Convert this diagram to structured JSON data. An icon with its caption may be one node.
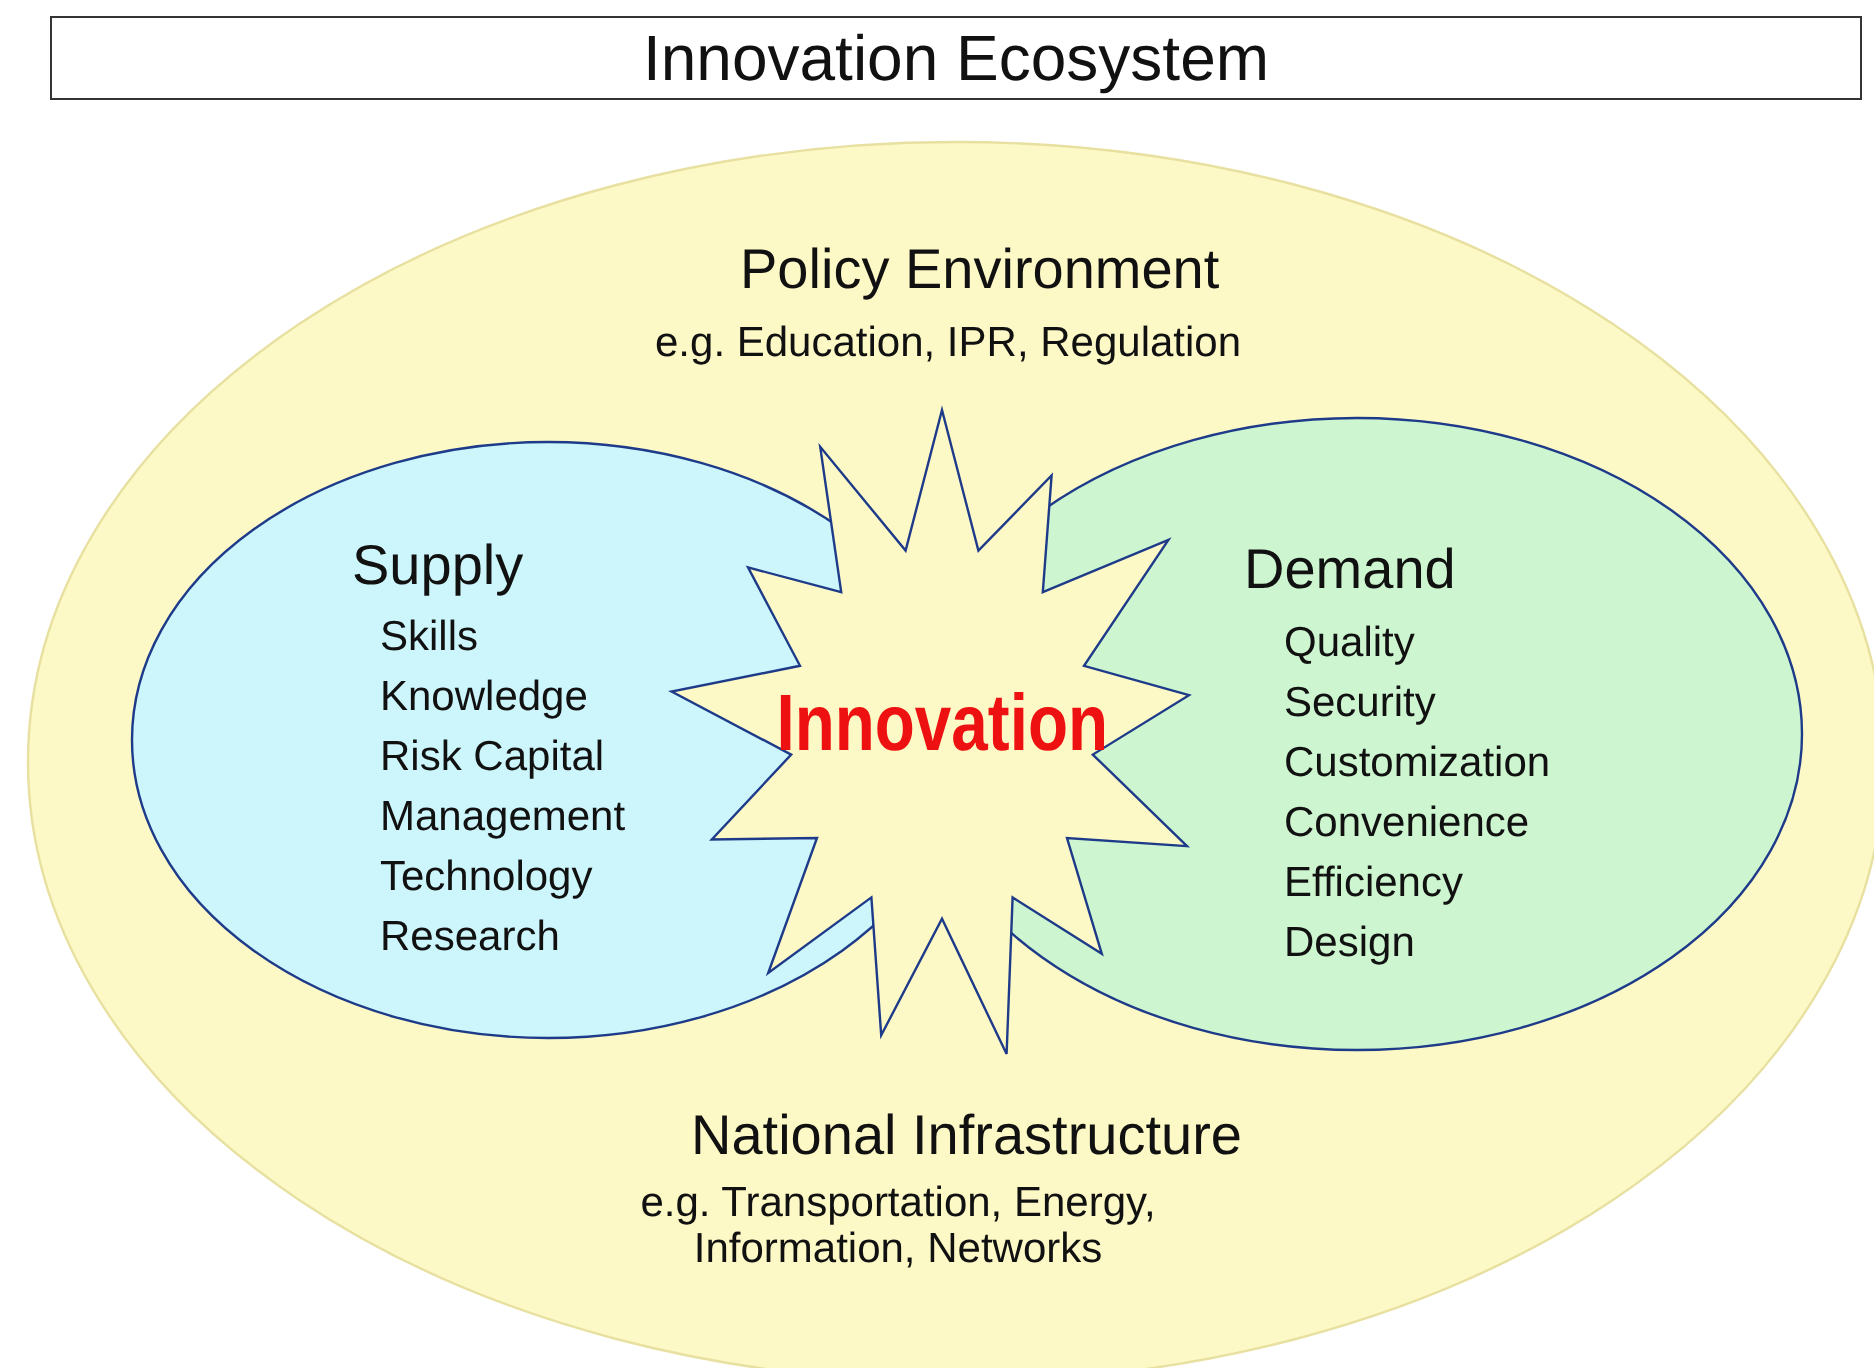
{
  "diagram": {
    "title": "Innovation Ecosystem",
    "nodes": [
      {
        "text": [
          "Policy Environment",
          "e.g. Education, IPR, Regulation",
          "National Infrastructure",
          "e.g. Transportation, Energy, Information, Networks"
        ]
      },
      {
        "text": [
          "Supply",
          "Skills",
          "Knowledge",
          "Risk Capital",
          "Management",
          "Technology",
          "Research"
        ],
        "in": 0
      },
      {
        "text": [
          "Demand",
          "Quality",
          "Security",
          "Customization",
          "Convenience",
          "Efficiency",
          "Design"
        ],
        "in": 0
      },
      {
        "text": [
          "Innovation"
        ],
        "in": 0
      }
    ],
    "edges": []
  }
}
